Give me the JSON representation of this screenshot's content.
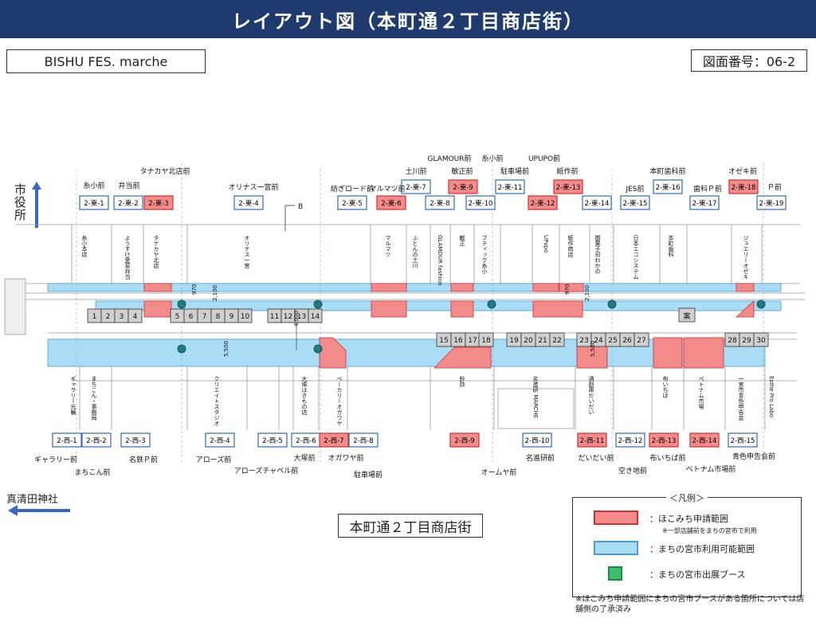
{
  "title": "レイアウト図（本町通２丁目商店街）",
  "event_name": "BISHU FES. marche",
  "drawing_number": "図面番号：06-2",
  "street_name": "本町通２丁目商店街",
  "direction_labels": {
    "city_office": "市役所",
    "shrine": "真清田神社"
  },
  "colors": {
    "application": "#f38b8b",
    "available": "#a9dcf5",
    "booth": "#3fbf6a",
    "title_bar": "#1f3a6e"
  },
  "east_ids": [
    "2-東-1",
    "2-東-2",
    "2-東-3",
    "2-東-4",
    "2-東-5",
    "2-東-6",
    "2-東-7",
    "2-東-8",
    "2-東-9",
    "2-東-10",
    "2-東-11",
    "2-東-12",
    "2-東-13",
    "2-東-14",
    "2-東-15",
    "2-東-16",
    "2-東-17",
    "2-東-18",
    "2-東-19"
  ],
  "west_ids": [
    "2-西-1",
    "2-西-2",
    "2-西-3",
    "2-西-4",
    "2-西-5",
    "2-西-6",
    "2-西-7",
    "2-西-8",
    "2-西-9",
    "2-西-10",
    "2-西-11",
    "2-西-12",
    "2-西-13",
    "2-西-14",
    "2-西-15"
  ],
  "east_labels": [
    "糸小前",
    "弁当前",
    "タナカヤ北店前",
    "オリナス一宮前",
    "紡ぎロード前",
    "マルマツ前",
    "土川前",
    "GLAMOUR前",
    "敏正前",
    "糸小前",
    "駐車場前",
    "UPUPO前",
    "紙作前",
    "JES前",
    "本町歯科前",
    "歯科Ｐ前",
    "オゼキ前",
    "Ｐ前"
  ],
  "west_labels": [
    "ギャラリー前",
    "まちこん前",
    "名鉄Ｐ前",
    "アローズ前",
    "アローズチャペル前",
    "大塚前",
    "オガワヤ前",
    "駐車場前",
    "オームヤ前",
    "名進研前",
    "だいだい前",
    "空き地前",
    "布いちば前",
    "ベトナム市場前",
    "青色申告会前"
  ],
  "booths_east_row": [
    "1",
    "2",
    "3",
    "4",
    "5",
    "6",
    "7",
    "8",
    "9",
    "10",
    "11",
    "12",
    "13",
    "14"
  ],
  "booths_west_row": [
    "15",
    "16",
    "17",
    "18",
    "19",
    "20",
    "21",
    "22",
    "23",
    "24",
    "25",
    "26",
    "27",
    "28",
    "29",
    "30"
  ],
  "info_booth": "案",
  "marker_b": "B",
  "dims": [
    "970",
    "2,100",
    "5,500",
    "4,000",
    "5,500",
    "2,100",
    "970"
  ],
  "east_shops": [
    "糸小本店",
    "ようすけ愛菜弁当",
    "タナカヤ北店",
    "オリナス一宮",
    "マルマツ",
    "ふとんの土川",
    "GLAMOUR fashion",
    "敏正",
    "ブティック糸小",
    "UPupo",
    "紙作商店",
    "御菓子司わかの",
    "日本エコシステム",
    "本町歯科",
    "ジュエリーオゼキ"
  ],
  "west_shops": [
    "ギャラリー光輪",
    "まちこん・事務局",
    "クリエイトスタジオ",
    "大塚はきもの店",
    "ベーカリーオガワヤ",
    "鈴弥",
    "名進研 MARCHE",
    "酒創庫だいだい",
    "布いちば",
    "ベトナム市場",
    "一宮市青色申告会",
    "Esthe Pro Labo"
  ],
  "legend": {
    "title": "＜凡例＞",
    "application": "：ほこみち申請範囲",
    "application_note": "※一部店舗前をまちの宮市で利用",
    "available": "：まちの宮市利用可能範囲",
    "booth": "：まちの宮市出展ブース"
  },
  "footnote": "※ほこみち申請範囲にまちの宮市ブースがある箇所については店舗側の了承済み",
  "highlighted_ids": [
    "2-東-3",
    "2-東-6",
    "2-東-9",
    "2-東-12",
    "2-東-13",
    "2-東-18",
    "2-西-7",
    "2-西-9",
    "2-西-11",
    "2-西-13",
    "2-西-14"
  ]
}
